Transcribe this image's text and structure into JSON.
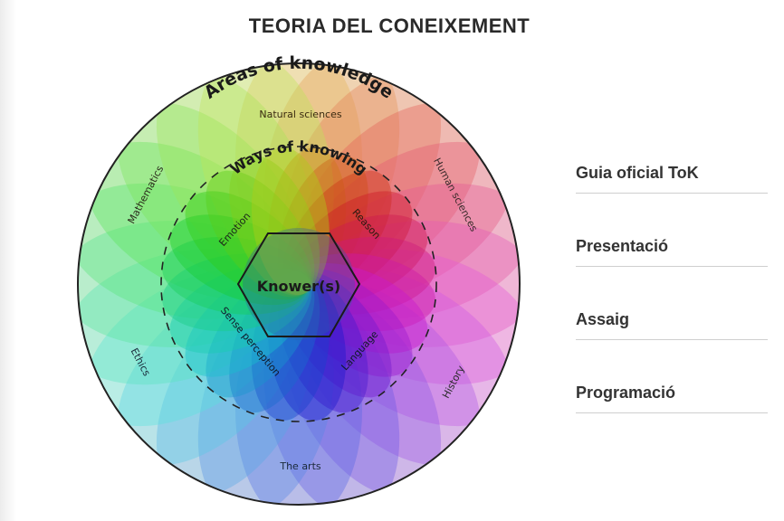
{
  "page": {
    "title": "TEORIA DEL CONEIXEMENT"
  },
  "diagram": {
    "areas_heading": "Areas of knowledge",
    "ways_heading": "Ways of knowing",
    "center_label": "Knower(s)",
    "areas": [
      {
        "label": "Natural sciences"
      },
      {
        "label": "Human sciences"
      },
      {
        "label": "History"
      },
      {
        "label": "The arts"
      },
      {
        "label": "Ethics"
      },
      {
        "label": "Mathematics"
      }
    ],
    "ways": [
      {
        "label": "Reason"
      },
      {
        "label": "Language"
      },
      {
        "label": "Sense perception"
      },
      {
        "label": "Emotion"
      }
    ]
  },
  "nav": {
    "items": [
      {
        "label": "Guia oficial ToK"
      },
      {
        "label": "Presentació"
      },
      {
        "label": "Assaig"
      },
      {
        "label": "Programació"
      }
    ]
  }
}
